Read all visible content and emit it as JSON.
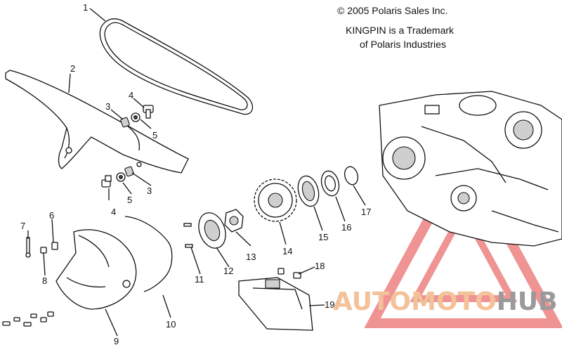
{
  "copyright": {
    "line1": "© 2005 Polaris Sales Inc.",
    "line2": "KINGPIN is a Trademark",
    "line3": "of Polaris Industries"
  },
  "labels": {
    "n1": "1",
    "n2": "2",
    "n3a": "3",
    "n3b": "3",
    "n4a": "4",
    "n4b": "4",
    "n5a": "5",
    "n5b": "5",
    "n6": "6",
    "n7": "7",
    "n8": "8",
    "n9": "9",
    "n10": "10",
    "n11": "11",
    "n12": "12",
    "n13": "13",
    "n14": "14",
    "n15": "15",
    "n16": "16",
    "n17": "17",
    "n18": "18",
    "n19": "19"
  },
  "watermark": {
    "auto": "AUTO",
    "moto": "MOTO",
    "hub": "HUB",
    "colors": {
      "accent": "#e23b3b",
      "auto_text": "#f3c29a",
      "hub_text": "#9a9a9a"
    }
  }
}
